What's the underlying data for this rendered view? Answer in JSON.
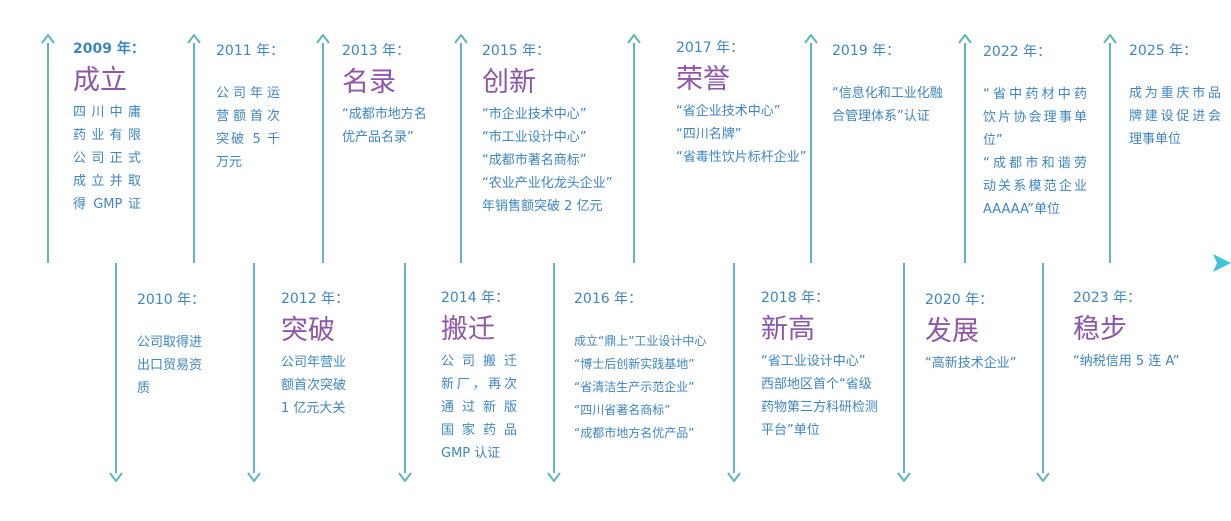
{
  "colors": {
    "axis": "#34c7b3",
    "year": "#3e86c2",
    "keyword": "#8e56a8",
    "text": "#3e86c2"
  },
  "events": [
    {
      "year": "2009 年：",
      "keyword": "成立",
      "lines": [
        "四川中庸",
        "药业有限",
        "公司正式",
        "成立并取",
        "得 GMP 证"
      ]
    },
    {
      "year": "2010 年：",
      "keyword": "",
      "lines": [
        "公司取得进",
        "出口贸易资",
        "质"
      ]
    },
    {
      "year": "2011 年：",
      "keyword": "",
      "lines": [
        "公司年运",
        "营额首次",
        "突破 5 千",
        "万元"
      ]
    },
    {
      "year": "2012 年：",
      "keyword": "突破",
      "lines": [
        "公司年营业",
        "额首次突破",
        "1 亿元大关"
      ]
    },
    {
      "year": "2013 年：",
      "keyword": "名录",
      "lines": [
        "“成都市地方名",
        "优产品名录”"
      ]
    },
    {
      "year": "2014 年：",
      "keyword": "搬迁",
      "lines": [
        "公司搬迁",
        "新厂，再次",
        "通过新版",
        "国家药品",
        "GMP 认证"
      ]
    },
    {
      "year": "2015 年：",
      "keyword": "创新",
      "lines": [
        "“市企业技术中心”",
        "“市工业设计中心”",
        "“成都市著名商标”",
        "“农业产业化龙头企业”",
        "年销售额突破 2 亿元"
      ]
    },
    {
      "year": "2016 年：",
      "keyword": "",
      "lines": [
        "成立“鼎上”工业设计中心",
        "“博士后创新实践基地”",
        "“省清洁生产示范企业”",
        "“四川省著名商标”",
        "“成都市地方名优产品”"
      ]
    },
    {
      "year": "2017 年：",
      "keyword": "荣誉",
      "lines": [
        "“省企业技术中心”",
        "“四川名牌”",
        "“省毒性饮片标杆企业”"
      ]
    },
    {
      "year": "2018 年：",
      "keyword": "新高",
      "lines": [
        "“省工业设计中心”",
        "西部地区首个“省级",
        "药物第三方科研检测",
        "平台”单位"
      ]
    },
    {
      "year": "2019 年：",
      "keyword": "",
      "lines": [
        "“信息化和工业化融",
        "合管理体系”认证"
      ]
    },
    {
      "year": "2020 年：",
      "keyword": "发展",
      "lines": [
        "“高新技术企业”"
      ]
    },
    {
      "year": "2022 年：",
      "keyword": "",
      "lines": [
        "“省中药材中药",
        "饮片协会理事单",
        "位”",
        "“成都市和谐劳",
        "动关系模范企业",
        "AAAAA”单位"
      ]
    },
    {
      "year": "2023 年：",
      "keyword": "稳步",
      "lines": [
        "“纳税信用 5 连 A”"
      ]
    },
    {
      "year": "2025 年：",
      "keyword": "",
      "lines": [
        "成为重庆市品",
        "牌建设促进会",
        "理事单位"
      ]
    }
  ]
}
